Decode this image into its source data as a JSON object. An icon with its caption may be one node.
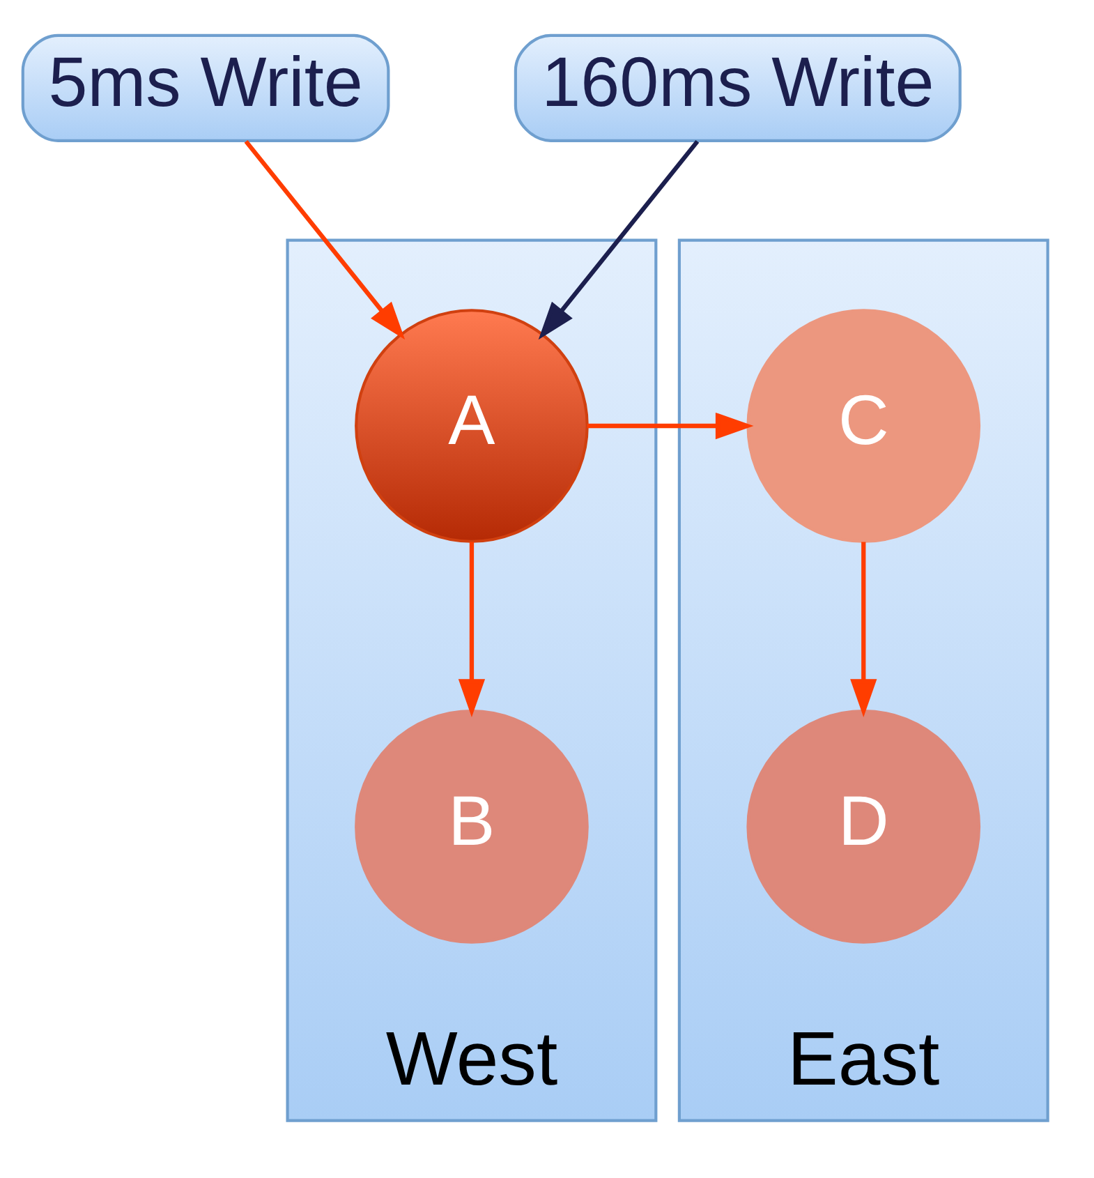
{
  "diagram": {
    "nodes": [
      {
        "text": [
          "5ms Write"
        ]
      },
      {
        "text": [
          "160ms Write"
        ]
      },
      {
        "text": [
          "West"
        ]
      },
      {
        "text": [
          "A"
        ],
        "in": 2
      },
      {
        "text": [
          "B"
        ],
        "in": 2
      },
      {
        "text": [
          "East"
        ]
      },
      {
        "text": [
          "C"
        ],
        "in": 5
      },
      {
        "text": [
          "D"
        ],
        "in": 5
      }
    ],
    "edges": [
      {
        "from": 0,
        "to": 3,
        "arrow": "to"
      },
      {
        "from": 1,
        "to": 3,
        "arrow": "to",
        "color": "#1c1f4e"
      },
      {
        "from": 3,
        "to": 6,
        "arrow": "to"
      },
      {
        "from": 3,
        "to": 4,
        "arrow": "to"
      },
      {
        "from": 6,
        "to": 7,
        "arrow": "to"
      }
    ]
  }
}
